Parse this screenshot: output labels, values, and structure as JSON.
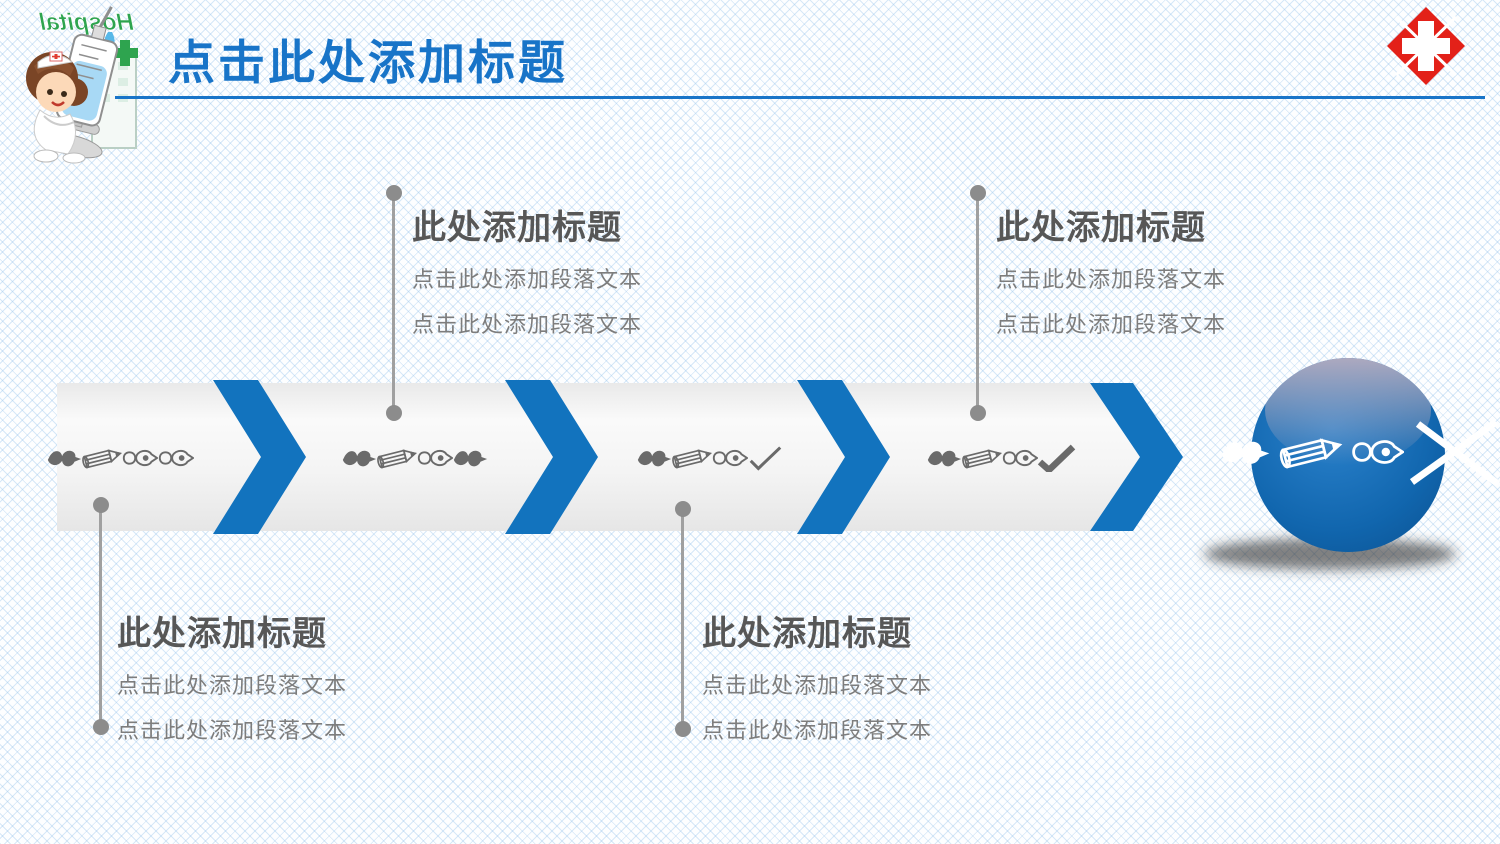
{
  "slide": {
    "title": "点击此处添加标题",
    "colors": {
      "accent_blue": "#1874C8",
      "chevron_blue": "#1273BE",
      "sphere_blue": "#1166AE",
      "logo_red": "#E32119",
      "heading_gray": "#575757",
      "body_gray": "#7D7D7D",
      "connector_gray": "#8C8C8C",
      "bar_gray": "#EFEFEF"
    },
    "decorations": {
      "hospital_text": "Hospital",
      "nurse_art": "cartoon-nurse-with-syringe",
      "logo": "red-cross-hospital-logo"
    }
  },
  "callouts": [
    {
      "position": "top-middle",
      "title": "此处添加标题",
      "lines": [
        "点击此处添加段落文本",
        "点击此处添加段落文本"
      ]
    },
    {
      "position": "top-right",
      "title": "此处添加标题",
      "lines": [
        "点击此处添加段落文本",
        "点击此处添加段落文本"
      ]
    },
    {
      "position": "bottom-left",
      "title": "此处添加标题",
      "lines": [
        "点击此处添加段落文本",
        "点击此处添加段落文本"
      ]
    },
    {
      "position": "bottom-middle",
      "title": "此处添加标题",
      "lines": [
        "点击此处添加段落文本",
        "点击此处添加段落文本"
      ]
    }
  ],
  "timeline": {
    "segments": [
      {
        "icons": [
          "pen-nib",
          "pencil",
          "loop-dot",
          "loop-dot"
        ]
      },
      {
        "icons": [
          "pen-nib",
          "pencil",
          "loop-dot",
          "pen-nib"
        ]
      },
      {
        "icons": [
          "pen-nib",
          "pencil",
          "loop-dot",
          "check"
        ]
      },
      {
        "icons": [
          "pen-nib",
          "pencil",
          "loop-dot",
          "check-bold"
        ]
      }
    ],
    "chevron_count": 4
  },
  "sphere": {
    "icons": [
      "pen-nib",
      "pencil",
      "loop-dot",
      "cross-out"
    ]
  }
}
